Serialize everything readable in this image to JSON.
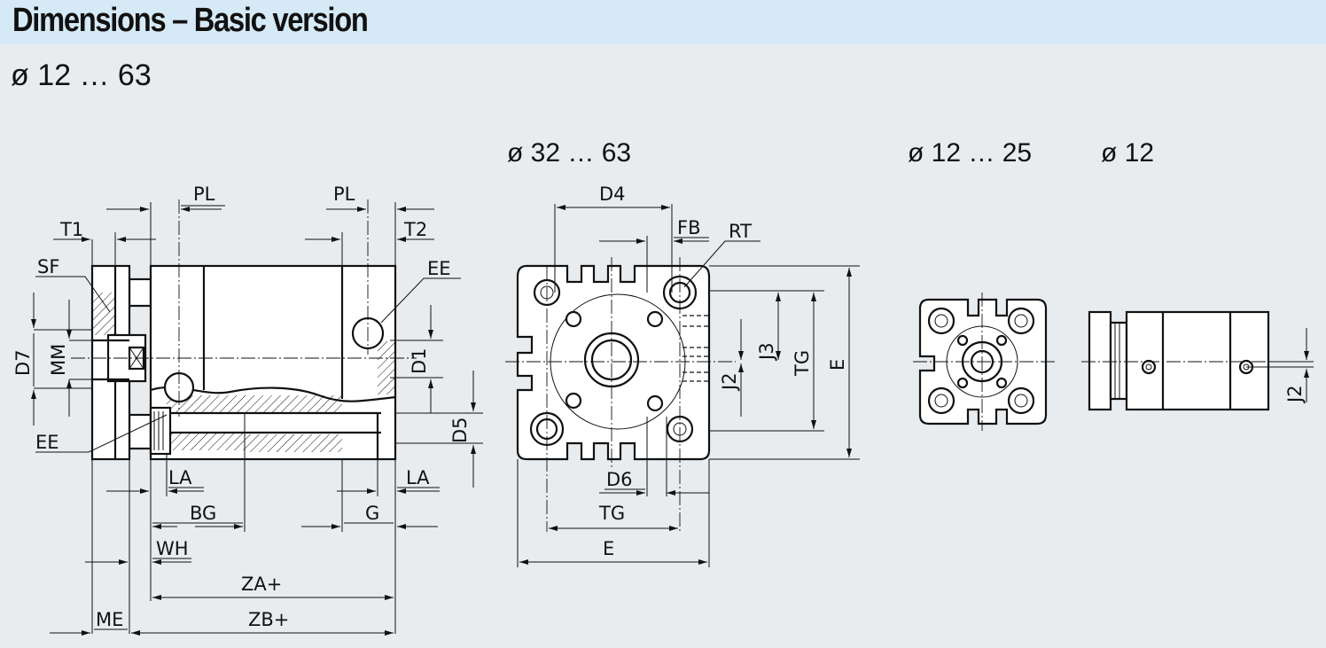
{
  "header": {
    "title": "Dimensions – Basic version",
    "bg_color": "#d6e9f7"
  },
  "subtitle": "ø 12 … 63",
  "views": {
    "front_section": "ø 32 … 63",
    "small_end": "ø 12 … 25",
    "small_side": "ø 12"
  },
  "labels": {
    "pl_left": "PL",
    "pl_right": "PL",
    "t1": "T1",
    "t2": "T2",
    "sf": "SF",
    "ee_top": "EE",
    "ee_bottom": "EE",
    "d7": "D7",
    "mm": "MM",
    "d1": "D1",
    "d5": "D5",
    "la_left": "LA",
    "la_right": "LA",
    "bg": "BG",
    "g": "G",
    "wh": "WH",
    "za": "ZA+",
    "zb": "ZB+",
    "me": "ME",
    "d4": "D4",
    "fb": "FB",
    "rt": "RT",
    "j3": "J3",
    "tg_vert": "TG",
    "e_vert": "E",
    "j2": "J2",
    "d6": "D6",
    "tg_horiz": "TG",
    "e_horiz": "E",
    "j2_small": "J2"
  }
}
